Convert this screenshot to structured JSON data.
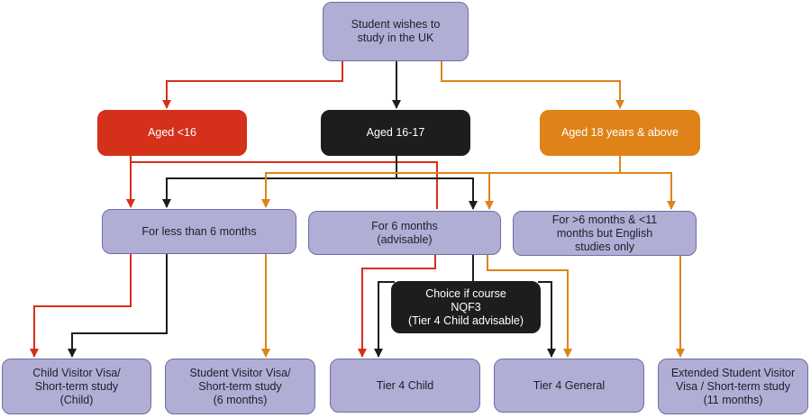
{
  "colors": {
    "red": "#d5301a",
    "black": "#1d1d1d",
    "orange": "#df8319",
    "lavender": "#b1aed5",
    "lavender_border": "#6f6ca7"
  },
  "nodes": {
    "start": {
      "lines": [
        "Student wishes to",
        "study in the UK"
      ]
    },
    "aged_under16": {
      "lines": [
        "Aged <16"
      ]
    },
    "aged_16_17": {
      "lines": [
        "Aged 16-17"
      ]
    },
    "aged_18": {
      "lines": [
        "Aged 18 years & above"
      ]
    },
    "less_6": {
      "lines": [
        "For less than 6 months"
      ]
    },
    "six_months": {
      "lines": [
        "For 6 months",
        "(advisable)"
      ]
    },
    "gt6": {
      "lines": [
        "For >6 months & <11",
        "months but English",
        "studies only"
      ]
    },
    "choice": {
      "lines": [
        "Choice if course",
        "NQF3",
        "(Tier 4 Child advisable)"
      ]
    },
    "child_visitor": {
      "lines": [
        "Child Visitor Visa/",
        "Short-term study",
        "(Child)"
      ]
    },
    "student_visitor": {
      "lines": [
        "Student Visitor Visa/",
        "Short-term study",
        "(6 months)"
      ]
    },
    "tier4_child": {
      "lines": [
        "Tier 4 Child"
      ]
    },
    "tier4_general": {
      "lines": [
        "Tier 4 General"
      ]
    },
    "extended": {
      "lines": [
        "Extended Student Visitor",
        "Visa / Short-term study",
        "(11 months)"
      ]
    }
  }
}
